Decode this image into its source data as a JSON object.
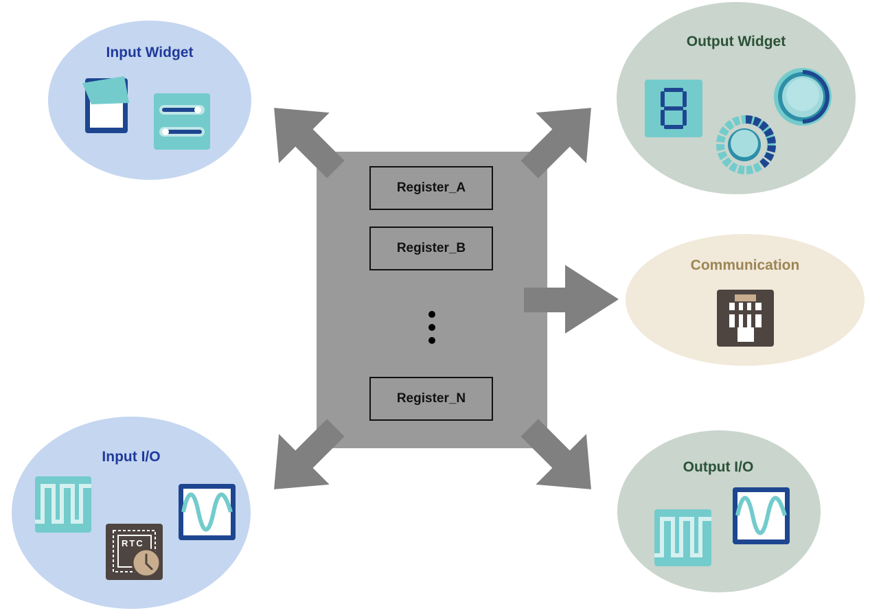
{
  "nodes": {
    "input_widget": {
      "label": "Input Widget",
      "color": "#1f3a9b",
      "bg": "#c5d6f0"
    },
    "output_widget": {
      "label": "Output Widget",
      "color": "#2b5237",
      "bg": "#c9d5cd"
    },
    "communication": {
      "label": "Communication",
      "color": "#9c8554",
      "bg": "#f1e9da"
    },
    "input_io": {
      "label": "Input I/O",
      "color": "#1f3a9b",
      "bg": "#c5d6f0"
    },
    "output_io": {
      "label": "Output I/O",
      "color": "#2b5237",
      "bg": "#c9d5cd"
    }
  },
  "registers": {
    "a": "Register_A",
    "b": "Register_B",
    "n": "Register_N"
  },
  "rtc_label": "RTC",
  "colors": {
    "block": "#9a9a9a",
    "arrow": "#808080",
    "teal": "#73cbcc",
    "navy": "#1e4690",
    "dark_brown": "#4e4540",
    "clock_tan": "#c8ad8e"
  },
  "icons": {
    "input_widget": [
      "toggle-switch-icon",
      "slider-icon"
    ],
    "output_widget": [
      "seven-segment-display-icon",
      "gauge-icon",
      "knob-icon"
    ],
    "communication": [
      "serial-port-icon"
    ],
    "input_io": [
      "square-wave-icon",
      "rtc-chip-icon",
      "sine-wave-icon"
    ],
    "output_io": [
      "square-wave-icon",
      "sine-wave-icon"
    ]
  }
}
